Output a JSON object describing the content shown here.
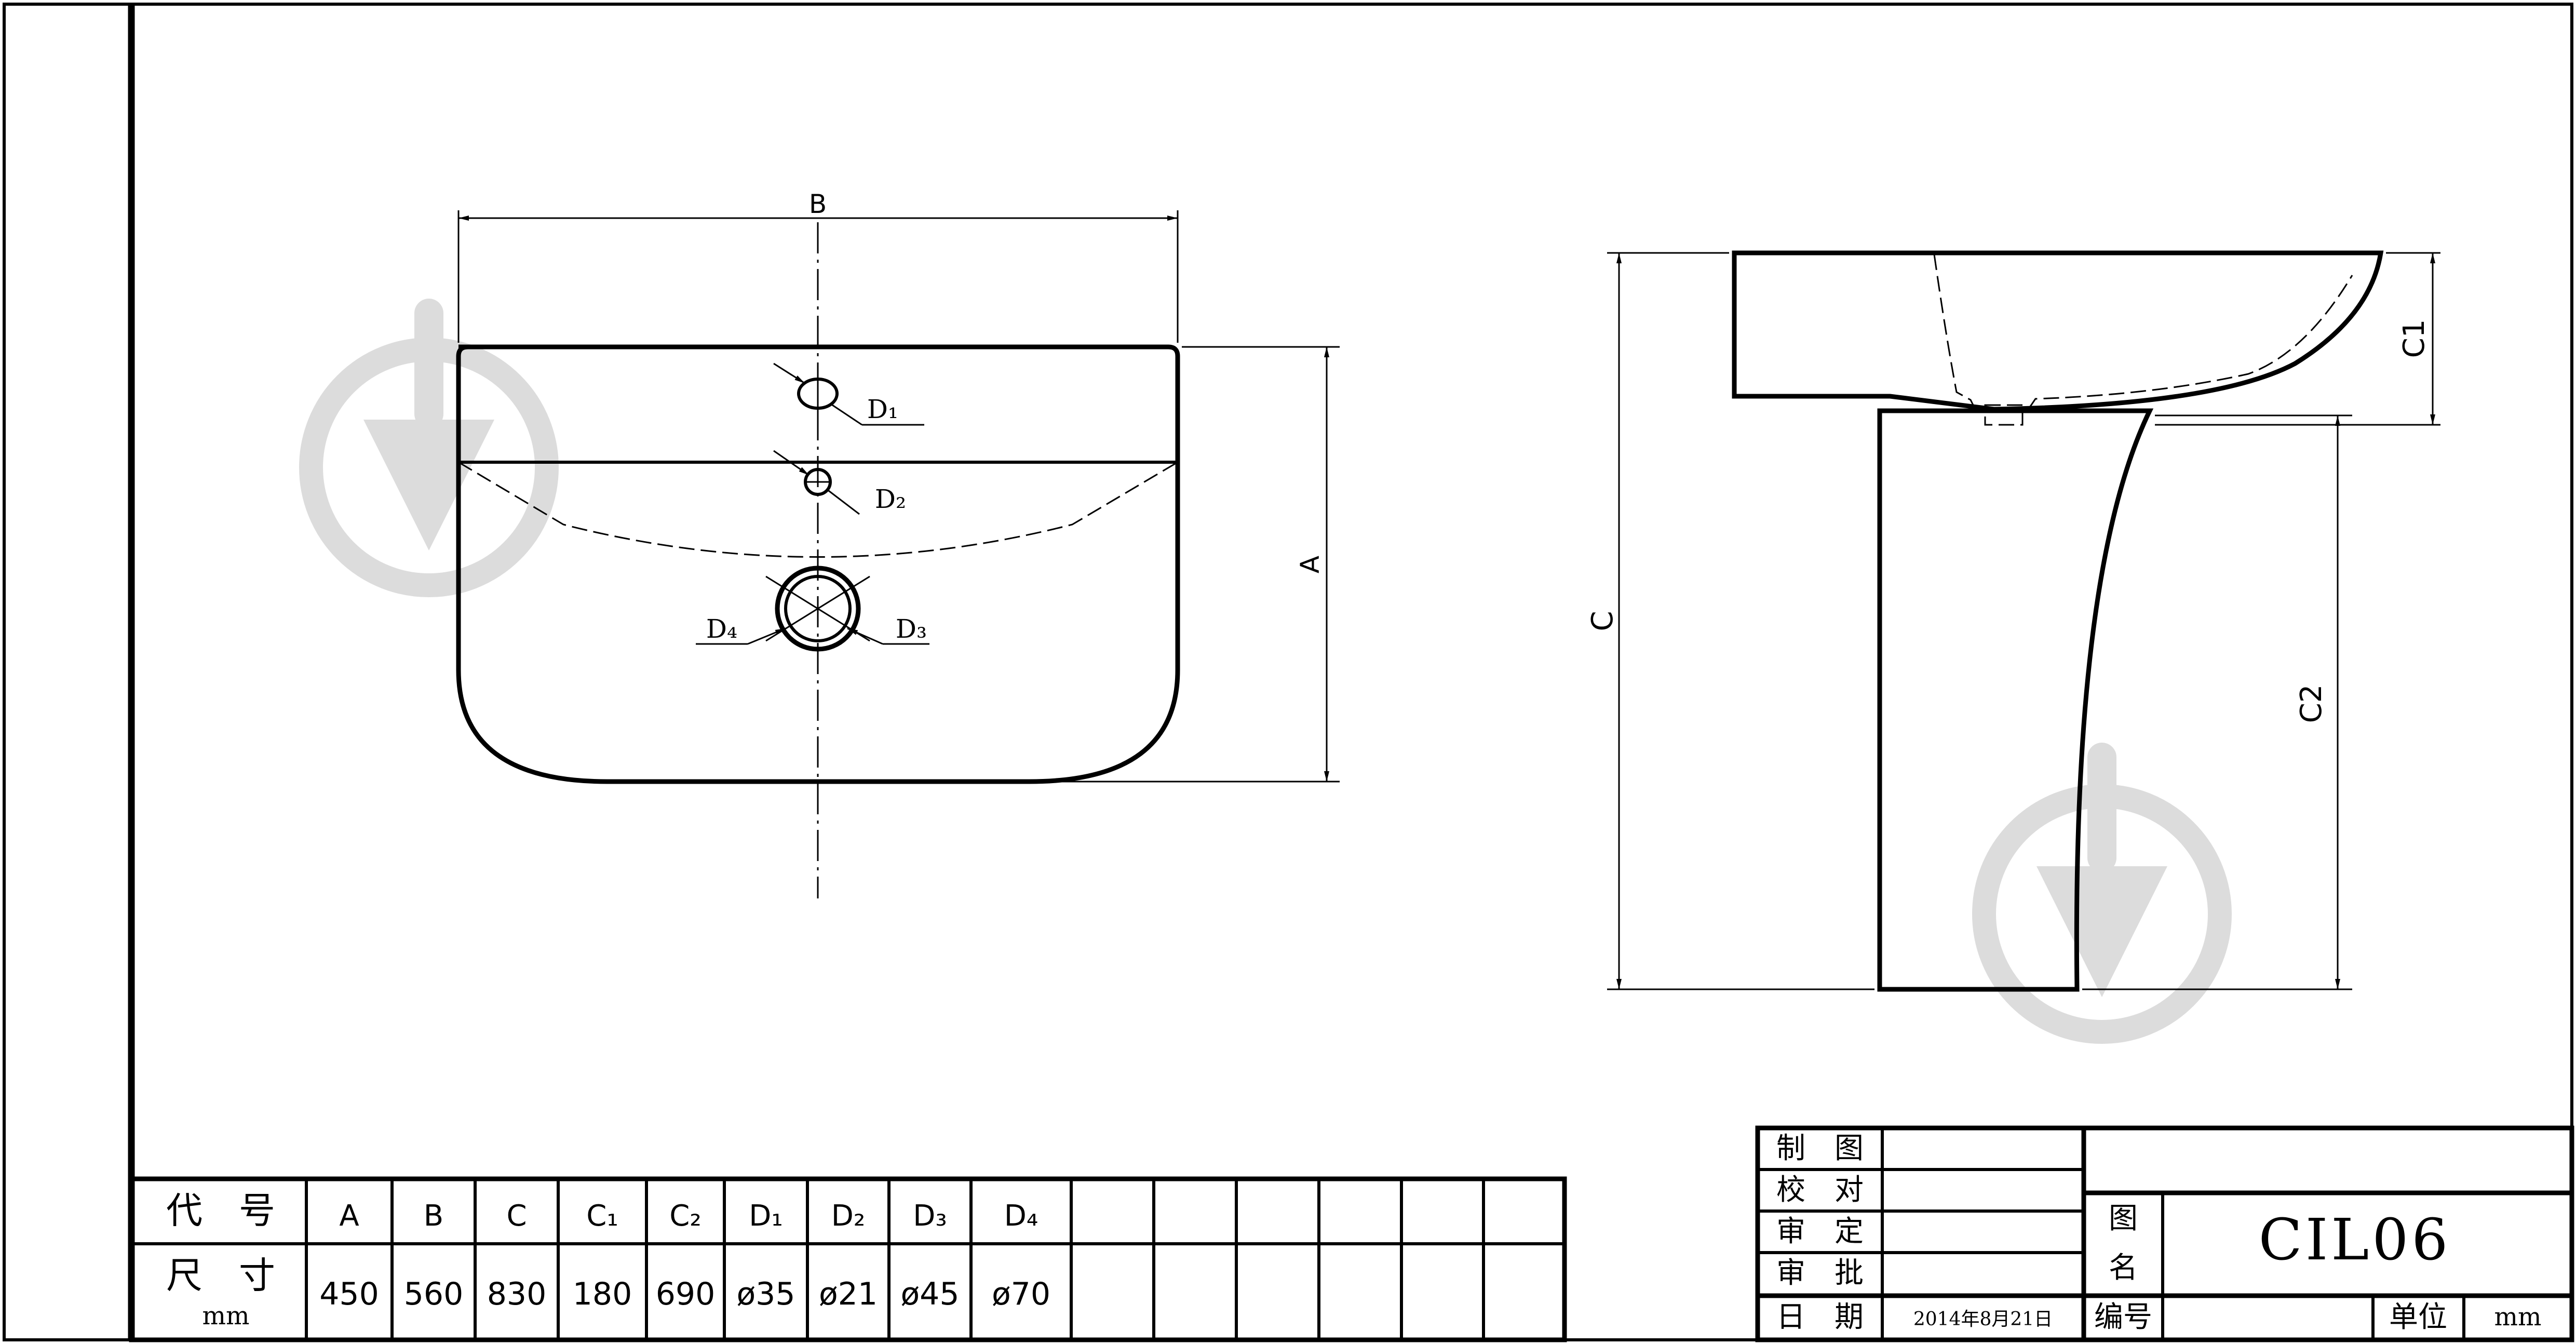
{
  "labels": {
    "dim_b": "B",
    "dim_a": "A",
    "dim_c": "C",
    "dim_c1": "C1",
    "dim_c2": "C2",
    "d1": "D₁",
    "d2": "D₂",
    "d3": "D₃",
    "d4": "D₄"
  },
  "spec_table": {
    "row1_label": "代　号",
    "row2_label": "尺　寸",
    "unit": "mm",
    "codes": [
      "A",
      "B",
      "C",
      "C₁",
      "C₂",
      "D₁",
      "D₂",
      "D₃",
      "D₄"
    ],
    "values": [
      "450",
      "560",
      "830",
      "180",
      "690",
      "ø35",
      "ø21",
      "ø45",
      "ø70"
    ]
  },
  "title_block": {
    "draw": "制　图",
    "check": "校　对",
    "review": "审　定",
    "approve": "审　批",
    "date_label": "日　期",
    "date_value": "2014年8月21日",
    "name_label_1": "图",
    "name_label_2": "名",
    "drawing_name": "CIL06",
    "number_label": "编号",
    "unit_label": "单位",
    "unit_value": "mm"
  },
  "watermark_icon": "download-arrow-icon"
}
